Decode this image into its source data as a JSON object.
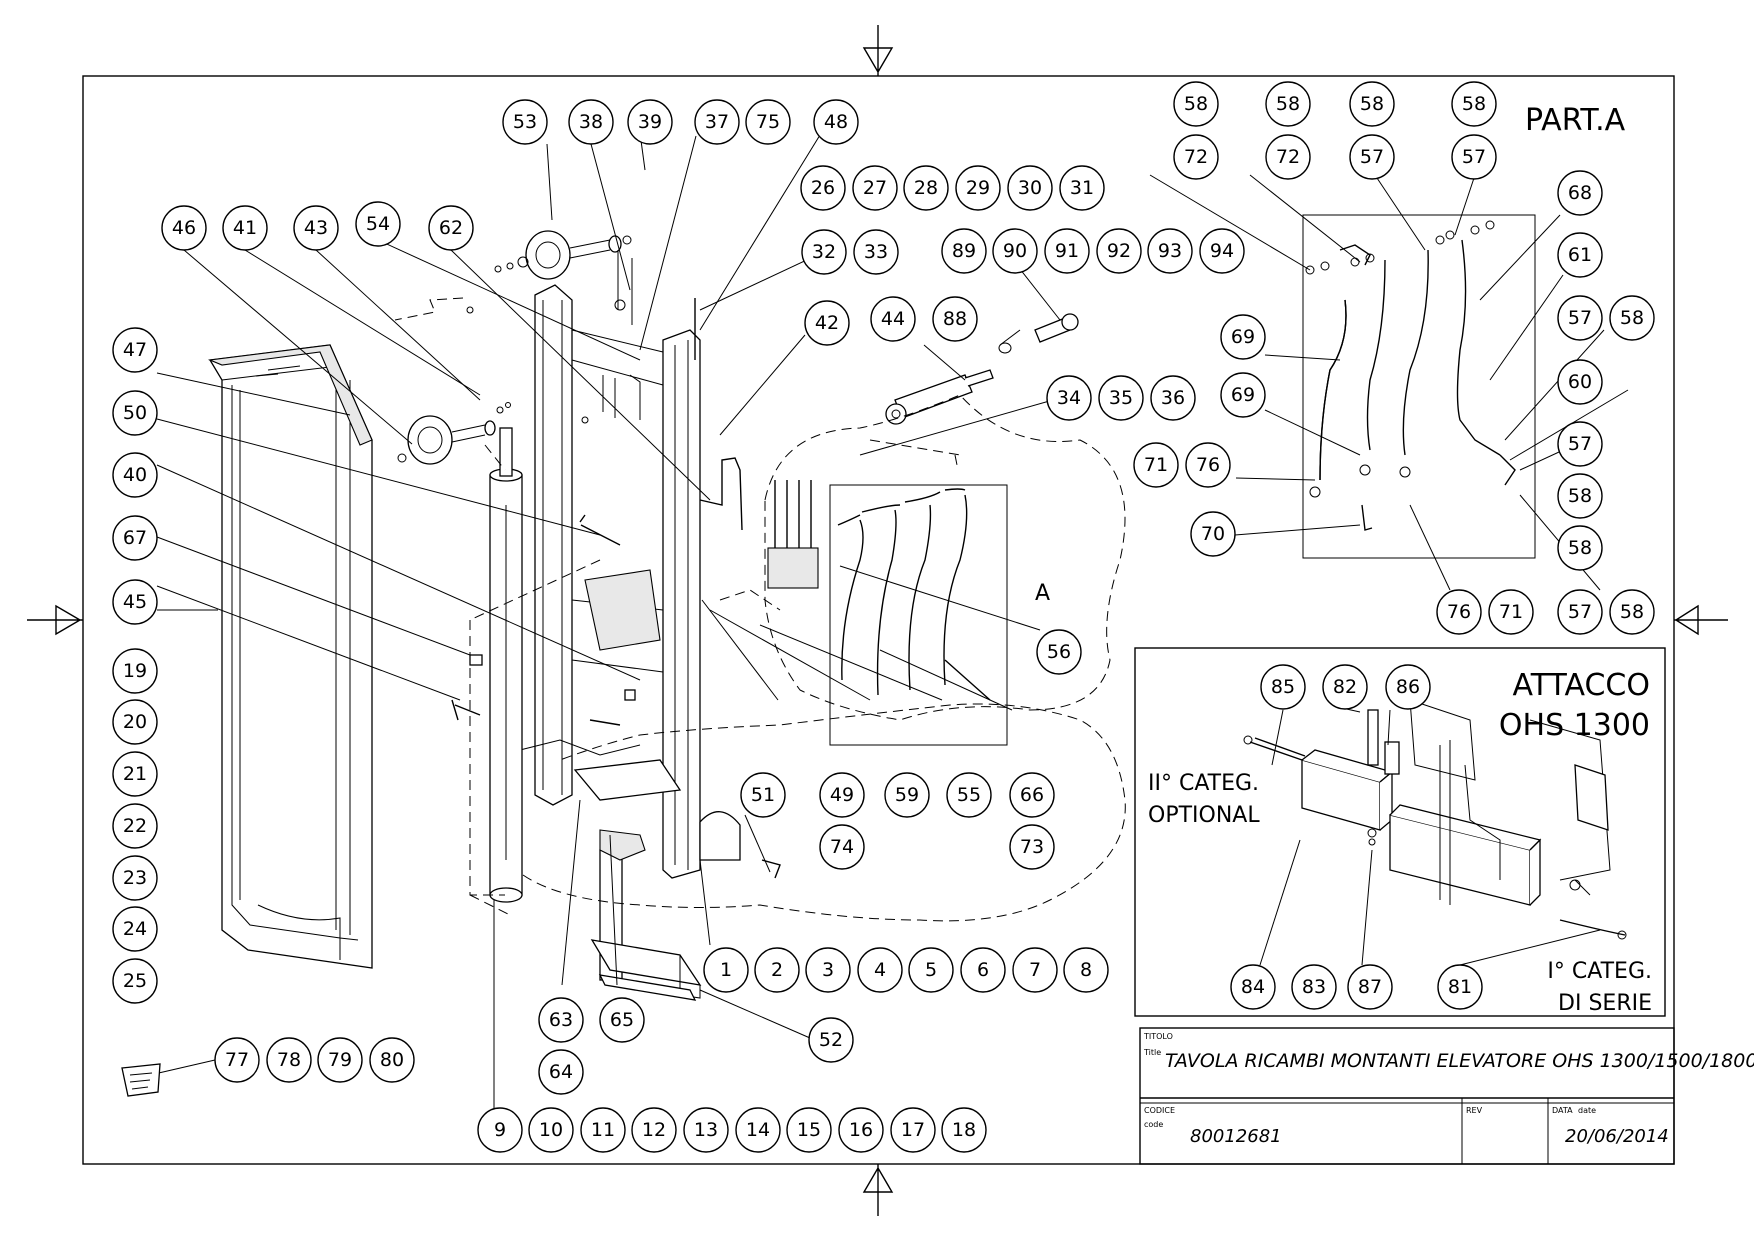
{
  "drawing": {
    "part_a_title": "PART.A",
    "attacco_title_line1": "ATTACCO",
    "attacco_title_line2": "OHS 1300",
    "optional_line1": "II° CATEG.",
    "optional_line2": "OPTIONAL",
    "serie_line1": "I° CATEG.",
    "serie_line2": "DI SERIE",
    "detail_letter": "A",
    "balloons": {
      "b53": "53",
      "b38": "38",
      "b39": "39",
      "b37": "37",
      "b75": "75",
      "b48": "48",
      "b26": "26",
      "b27": "27",
      "b28": "28",
      "b29": "29",
      "b30": "30",
      "b31": "31",
      "b32": "32",
      "b33": "33",
      "b46": "46",
      "b41": "41",
      "b43": "43",
      "b54": "54",
      "b62": "62",
      "b89": "89",
      "b90": "90",
      "b91": "91",
      "b92": "92",
      "b93": "93",
      "b94": "94",
      "b47": "47",
      "b42": "42",
      "b44": "44",
      "b88": "88",
      "b50": "50",
      "b34": "34",
      "b35": "35",
      "b36": "36",
      "b40": "40",
      "b67": "67",
      "b45": "45",
      "b56": "56",
      "b19": "19",
      "b20": "20",
      "b21": "21",
      "b22": "22",
      "b23": "23",
      "b24": "24",
      "b25": "25",
      "b51": "51",
      "b49": "49",
      "b59": "59",
      "b55": "55",
      "b66": "66",
      "b74": "74",
      "b73": "73",
      "b1": "1",
      "b2": "2",
      "b3": "3",
      "b4": "4",
      "b5": "5",
      "b6": "6",
      "b7": "7",
      "b8": "8",
      "b63": "63",
      "b65": "65",
      "b52": "52",
      "b64": "64",
      "b77": "77",
      "b78": "78",
      "b79": "79",
      "b80": "80",
      "b9": "9",
      "b10": "10",
      "b11": "11",
      "b12": "12",
      "b13": "13",
      "b14": "14",
      "b15": "15",
      "b16": "16",
      "b17": "17",
      "b18": "18",
      "pa58a": "58",
      "pa58b": "58",
      "pa58c": "58",
      "pa58d": "58",
      "pa72a": "72",
      "pa72b": "72",
      "pa57a": "57",
      "pa57b": "57",
      "pa68": "68",
      "pa61": "61",
      "pa57c": "57",
      "pa58e": "58",
      "pa69a": "69",
      "pa69b": "69",
      "pa60": "60",
      "pa57d": "57",
      "pa58f": "58",
      "pa71a": "71",
      "pa76a": "76",
      "pa58g": "58",
      "pa70": "70",
      "pa76b": "76",
      "pa71b": "71",
      "pa57e": "57",
      "pa58h": "58",
      "at85": "85",
      "at82": "82",
      "at86": "86",
      "at84": "84",
      "at83": "83",
      "at87": "87",
      "at81": "81"
    }
  },
  "title_block": {
    "title_small_label_it": "TITOLO",
    "title_small_label_en": "Title",
    "title": "TAVOLA RICAMBI MONTANTI ELEVATORE OHS 1300/1500/1800",
    "code_label_it": "CODICE",
    "code_label_en": "code",
    "code": "80012681",
    "rev_label": "REV",
    "date_label_it": "DATA",
    "date_label_en": "date",
    "date": "20/06/2014"
  }
}
